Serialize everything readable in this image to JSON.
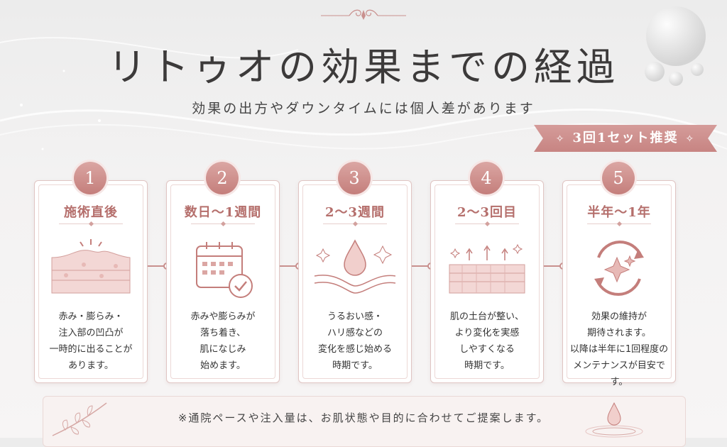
{
  "header": {
    "title": "リトゥオの効果までの経過",
    "subtitle": "効果の出方やダウンタイムには個人差があります",
    "badge": "3回1セット推奨",
    "badge_star": "✧"
  },
  "steps": [
    {
      "num": "1",
      "title": "施術直後",
      "lines": [
        "赤み・膨らみ・",
        "注入部の凹凸が",
        "一時的に出ることが",
        "あります。"
      ],
      "icon": "swollen-skin-icon"
    },
    {
      "num": "2",
      "title": "数日〜1週間",
      "lines": [
        "赤みや膨らみが",
        "落ち着き、",
        "肌になじみ",
        "始めます。"
      ],
      "icon": "calendar-check-icon"
    },
    {
      "num": "3",
      "title": "2〜3週間",
      "lines": [
        "うるおい感・",
        "ハリ感などの",
        "変化を感じ始める",
        "時期です。"
      ],
      "icon": "droplet-skin-icon"
    },
    {
      "num": "4",
      "title": "2〜3回目",
      "lines": [
        "肌の土台が整い、",
        "より変化を実感",
        "しやすくなる",
        "時期です。"
      ],
      "icon": "firm-skin-icon"
    },
    {
      "num": "5",
      "title": "半年〜1年",
      "lines": [
        "効果の維持が",
        "期待されます。",
        "以降は半年に1回程度の",
        "メンテナンスが目安です。"
      ],
      "icon": "sparkle-cycle-icon"
    }
  ],
  "footer": {
    "note": "※通院ペースや注入量は、お肌状態や目的に合わせてご提案します。"
  },
  "colors": {
    "accent": "#c47e7b",
    "accent_light": "#dba6a3",
    "title_text": "#b56f6c"
  }
}
